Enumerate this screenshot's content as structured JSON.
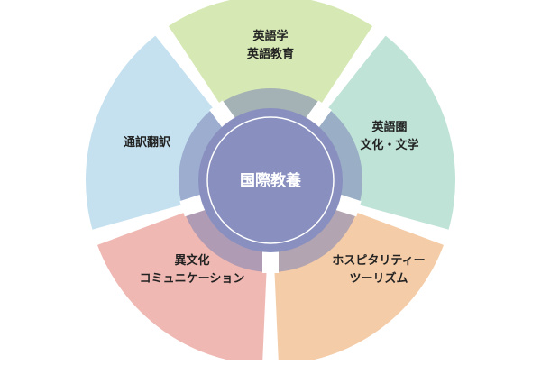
{
  "center": {
    "label": "国際教養",
    "ring_color": "#7b83b6",
    "core_color": "#8990bf",
    "inner_circle_stroke": "#ffffff"
  },
  "segments": [
    {
      "id": "english",
      "lines": [
        "英語学",
        "英語教育"
      ],
      "color": "#d6e9b4"
    },
    {
      "id": "culture",
      "lines": [
        "英語圏",
        "文化・文学"
      ],
      "color": "#bfe3d7"
    },
    {
      "id": "hospitality",
      "lines": [
        "ホスピタリティー",
        "ツーリズム"
      ],
      "color": "#f4cca8"
    },
    {
      "id": "intercultural",
      "lines": [
        "異文化",
        "コミュニケーション"
      ],
      "color": "#efb8b3"
    },
    {
      "id": "interpretation",
      "lines": [
        "通訳翻訳"
      ],
      "color": "#c5e1f0"
    }
  ]
}
